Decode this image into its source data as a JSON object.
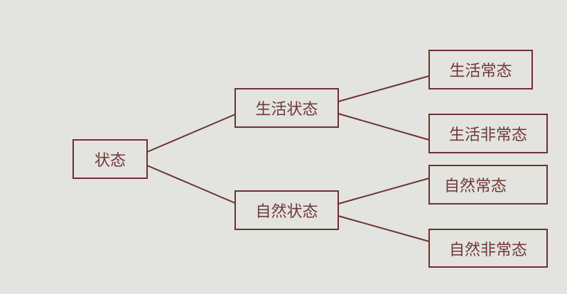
{
  "diagram": {
    "root": "状态",
    "branches": [
      {
        "label": "生活状态",
        "children": [
          "生活常态",
          "生活非常态"
        ]
      },
      {
        "label": "自然状态",
        "children": [
          "自然常态",
          "自然非常态"
        ]
      }
    ],
    "colors": {
      "background": "#e3e3df",
      "stroke": "#6e3232",
      "text": "#6e3a3a"
    }
  }
}
